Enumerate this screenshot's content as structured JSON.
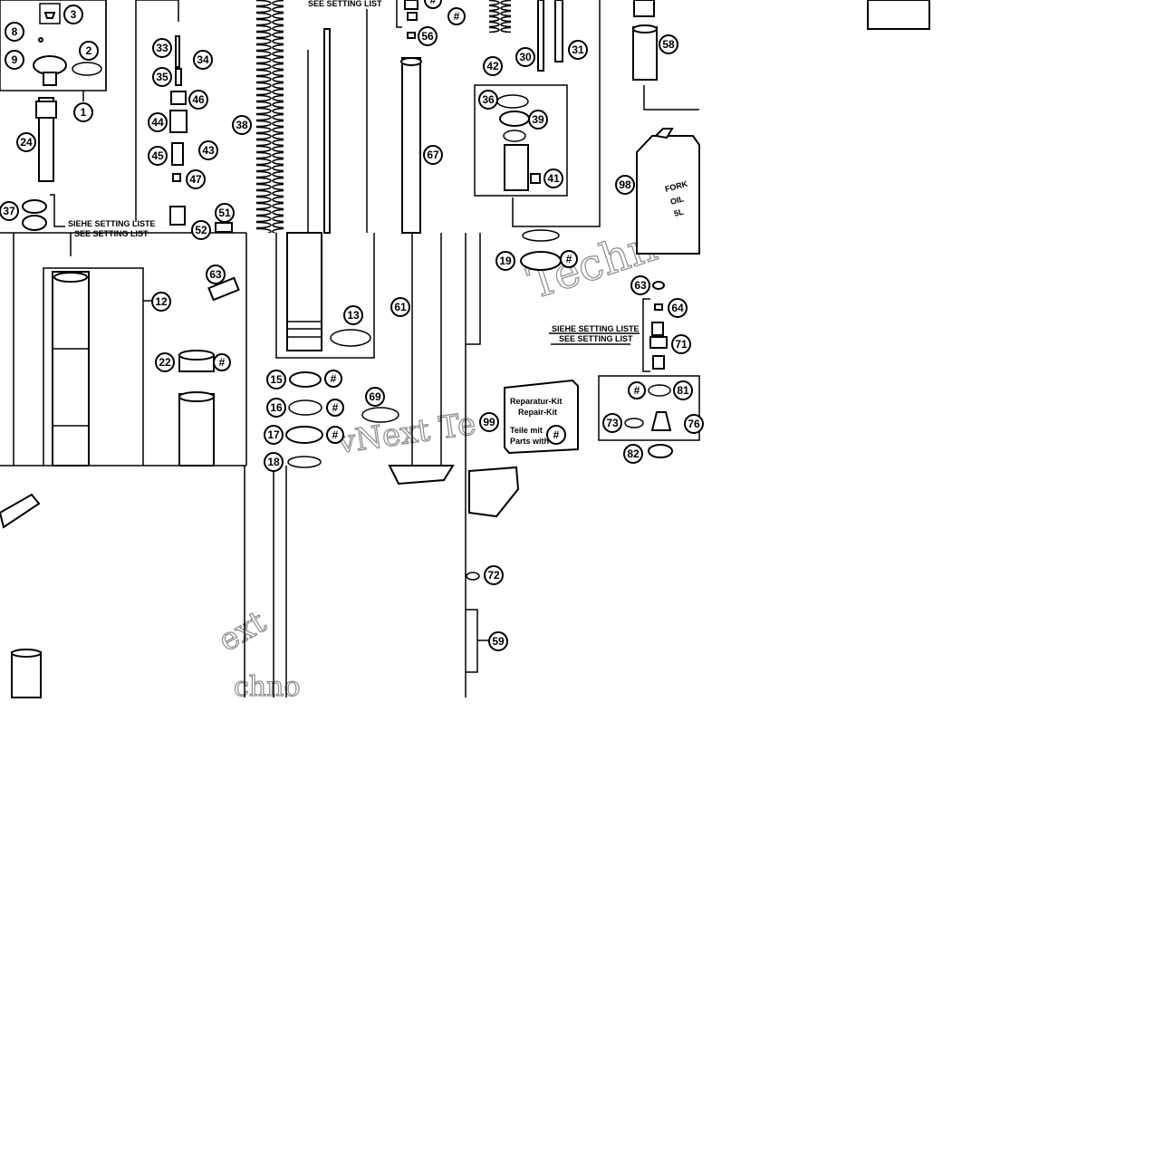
{
  "labels": {
    "see_setting_list_top": "SEE SETTING LIST",
    "siehe_1": "SIEHE SETTING LISTE",
    "see_1": "SEE SETTING LIST",
    "siehe_2": "SIEHE SETTING LISTE",
    "see_2": "SEE SETTING LIST"
  },
  "kit": {
    "line1": "Reparatur-Kit",
    "line2": "Repair-Kit",
    "line3": "Teile mit",
    "line4": "Parts with",
    "symbol": "#"
  },
  "oil_can": {
    "line1": "FORK",
    "line2": "OIL",
    "line3": "5L"
  },
  "watermark": {
    "a": "Techn",
    "b": "vNext Te",
    "c": "ext",
    "d": "chno"
  },
  "callouts": [
    {
      "id": "c1",
      "t": "1"
    },
    {
      "id": "c2",
      "t": "2"
    },
    {
      "id": "c3",
      "t": "3"
    },
    {
      "id": "c8",
      "t": "8"
    },
    {
      "id": "c9",
      "t": "9"
    },
    {
      "id": "c24",
      "t": "24"
    },
    {
      "id": "c37",
      "t": "37"
    },
    {
      "id": "c33",
      "t": "33"
    },
    {
      "id": "c34",
      "t": "34"
    },
    {
      "id": "c35",
      "t": "35"
    },
    {
      "id": "c46",
      "t": "46"
    },
    {
      "id": "c44",
      "t": "44"
    },
    {
      "id": "c45",
      "t": "45"
    },
    {
      "id": "c43",
      "t": "43"
    },
    {
      "id": "c47",
      "t": "47"
    },
    {
      "id": "c38",
      "t": "38"
    },
    {
      "id": "c51",
      "t": "51"
    },
    {
      "id": "c52",
      "t": "52"
    },
    {
      "id": "c56",
      "t": "56"
    },
    {
      "id": "c12",
      "t": "12"
    },
    {
      "id": "c63",
      "t": "63"
    },
    {
      "id": "c22",
      "t": "22"
    },
    {
      "id": "c13",
      "t": "13"
    },
    {
      "id": "c61a",
      "t": "61"
    },
    {
      "id": "c15",
      "t": "15"
    },
    {
      "id": "c16",
      "t": "16"
    },
    {
      "id": "c17",
      "t": "17"
    },
    {
      "id": "c18",
      "t": "18"
    },
    {
      "id": "c69",
      "t": "69"
    },
    {
      "id": "c67",
      "t": "67"
    },
    {
      "id": "c42",
      "t": "42"
    },
    {
      "id": "c30",
      "t": "30"
    },
    {
      "id": "c31",
      "t": "31"
    },
    {
      "id": "c36",
      "t": "36"
    },
    {
      "id": "c39",
      "t": "39"
    },
    {
      "id": "c41",
      "t": "41"
    },
    {
      "id": "c19",
      "t": "19"
    },
    {
      "id": "c58",
      "t": "58"
    },
    {
      "id": "c98",
      "t": "98"
    },
    {
      "id": "c63b",
      "t": "63"
    },
    {
      "id": "c64",
      "t": "64"
    },
    {
      "id": "c71",
      "t": "71"
    },
    {
      "id": "c81",
      "t": "81"
    },
    {
      "id": "c73",
      "t": "73"
    },
    {
      "id": "c76",
      "t": "76"
    },
    {
      "id": "c82",
      "t": "82"
    },
    {
      "id": "c99",
      "t": "99"
    },
    {
      "id": "c72",
      "t": "72"
    },
    {
      "id": "c59",
      "t": "59"
    }
  ],
  "hash_markers": [
    {
      "id": "h1",
      "t": "#"
    },
    {
      "id": "h2",
      "t": "#"
    },
    {
      "id": "h3",
      "t": "#"
    },
    {
      "id": "h4",
      "t": "#"
    },
    {
      "id": "h5",
      "t": "#"
    },
    {
      "id": "h6",
      "t": "#"
    },
    {
      "id": "h7",
      "t": "#"
    },
    {
      "id": "h8",
      "t": "#"
    }
  ]
}
